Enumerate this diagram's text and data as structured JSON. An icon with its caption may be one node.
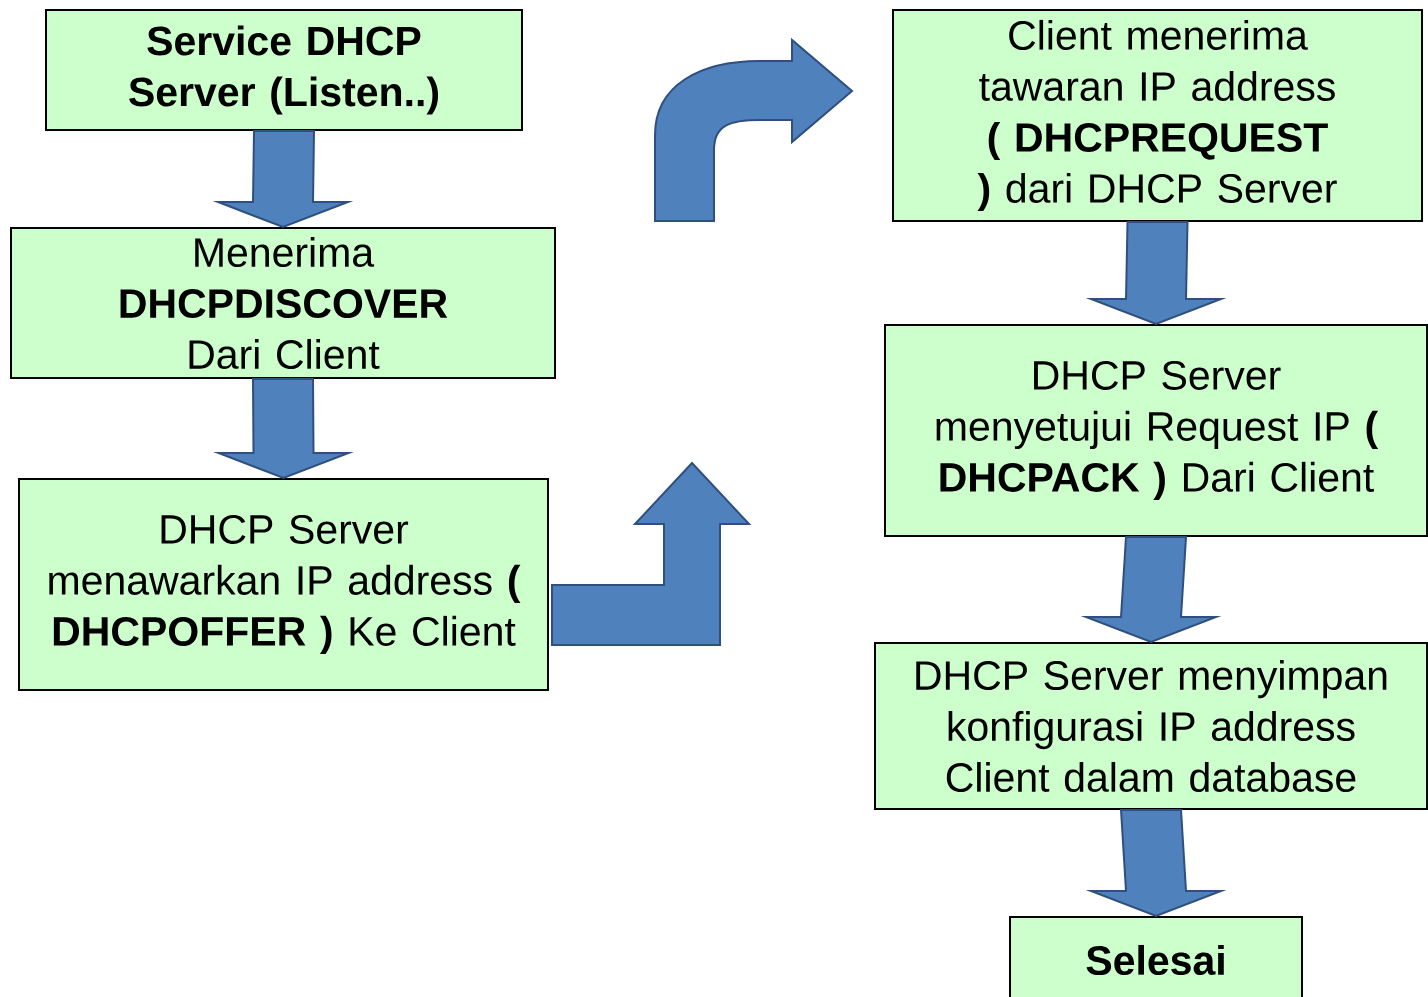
{
  "diagram": {
    "nodes": [
      {
        "text": [
          "Service DHCP Server (Listen..)"
        ]
      },
      {
        "text": [
          "Menerima **DHCPDISCOVER** Dari Client"
        ]
      },
      {
        "text": [
          "DHCP Server menawarkan IP address **( DHCPOFFER )** Ke Client"
        ]
      },
      {
        "text": [
          "Client menerima tawaran IP address **( DHCPREQUEST )** dari DHCP Server"
        ]
      },
      {
        "text": [
          "DHCP Server menyetujui Request IP **( DHCPACK )** Dari Client"
        ]
      },
      {
        "text": [
          "DHCP Server menyimpan konfigurasi IP address Client dalam database"
        ]
      },
      {
        "text": [
          "Selesai"
        ]
      }
    ],
    "edges": [
      {
        "from": 0,
        "to": 1,
        "arrow": "to"
      },
      {
        "from": 1,
        "to": 2,
        "arrow": "to"
      },
      {
        "from": 2,
        "to": null,
        "arrow": "to"
      },
      {
        "from": null,
        "to": 3,
        "arrow": "to"
      },
      {
        "from": 3,
        "to": 4,
        "arrow": "to"
      },
      {
        "from": 4,
        "to": 5,
        "arrow": "to"
      },
      {
        "from": 5,
        "to": 6,
        "arrow": "to"
      }
    ]
  }
}
